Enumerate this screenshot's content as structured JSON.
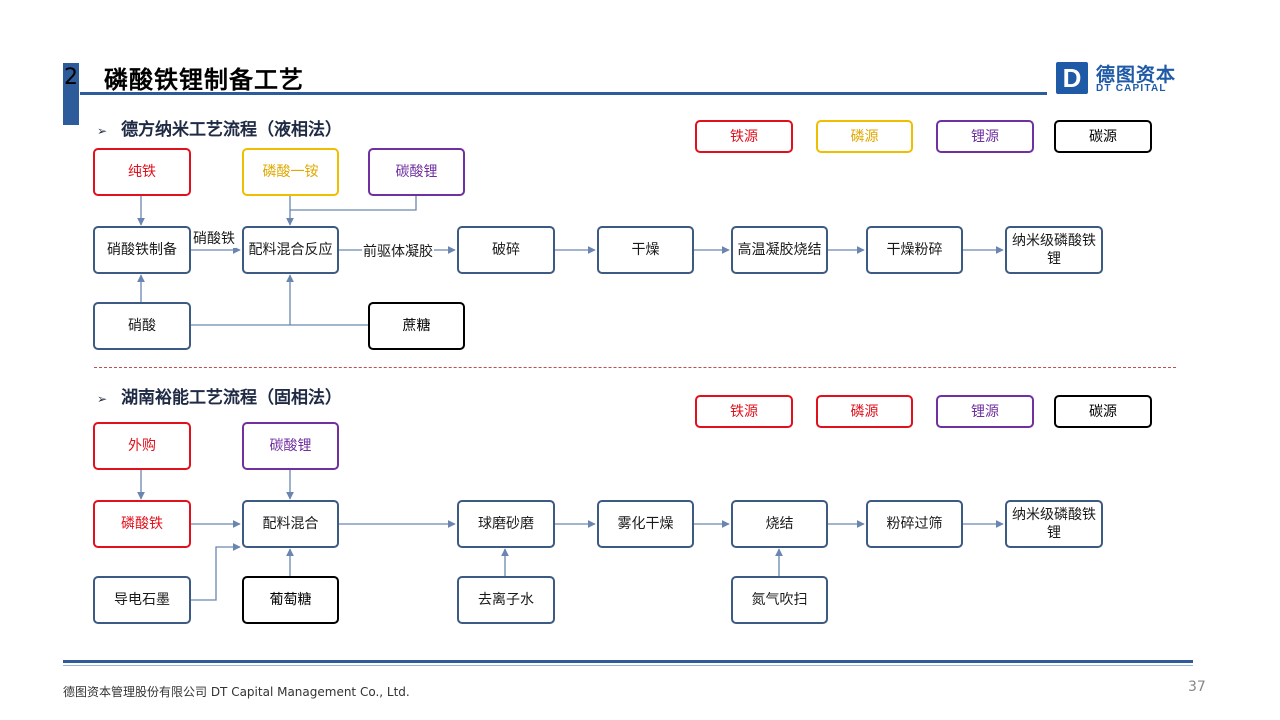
{
  "header": {
    "section_number": "2",
    "title": "磷酸铁锂制备工艺",
    "logo_letter": "D",
    "logo_cn": "德图资本",
    "logo_en": "DT CAPITAL"
  },
  "process1": {
    "subtitle": "德方纳米工艺流程（液相法）",
    "legend": [
      "铁源",
      "磷源",
      "锂源",
      "碳源"
    ],
    "nodes": {
      "pure_iron": "纯铁",
      "map": "磷酸一铵",
      "li2co3": "碳酸锂",
      "iron_nitrate_prep": "硝酸铁制备",
      "mix_react": "配料混合反应",
      "crush": "破碎",
      "dry": "干燥",
      "gel_sinter": "高温凝胶烧结",
      "dry_grind": "干燥粉碎",
      "product": "纳米级磷酸铁锂",
      "nitric_acid": "硝酸",
      "sucrose": "蔗糖"
    },
    "edge_labels": {
      "iron_nitrate": "硝酸铁",
      "precursor_gel": "前驱体凝胶"
    }
  },
  "process2": {
    "subtitle": "湖南裕能工艺流程（固相法）",
    "legend": [
      "铁源",
      "磷源",
      "锂源",
      "碳源"
    ],
    "nodes": {
      "purchased": "外购",
      "li2co3": "碳酸锂",
      "fepo4": "磷酸铁",
      "mix": "配料混合",
      "ball_mill": "球磨砂磨",
      "spray_dry": "雾化干燥",
      "sinter": "烧结",
      "grind_sieve": "粉碎过筛",
      "product": "纳米级磷酸铁锂",
      "graphite": "导电石墨",
      "glucose": "葡萄糖",
      "di_water": "去离子水",
      "nitrogen": "氮气吹扫"
    }
  },
  "footer": {
    "company": "德图资本管理股份有限公司  DT Capital  Management  Co., Ltd.",
    "page": "37"
  }
}
